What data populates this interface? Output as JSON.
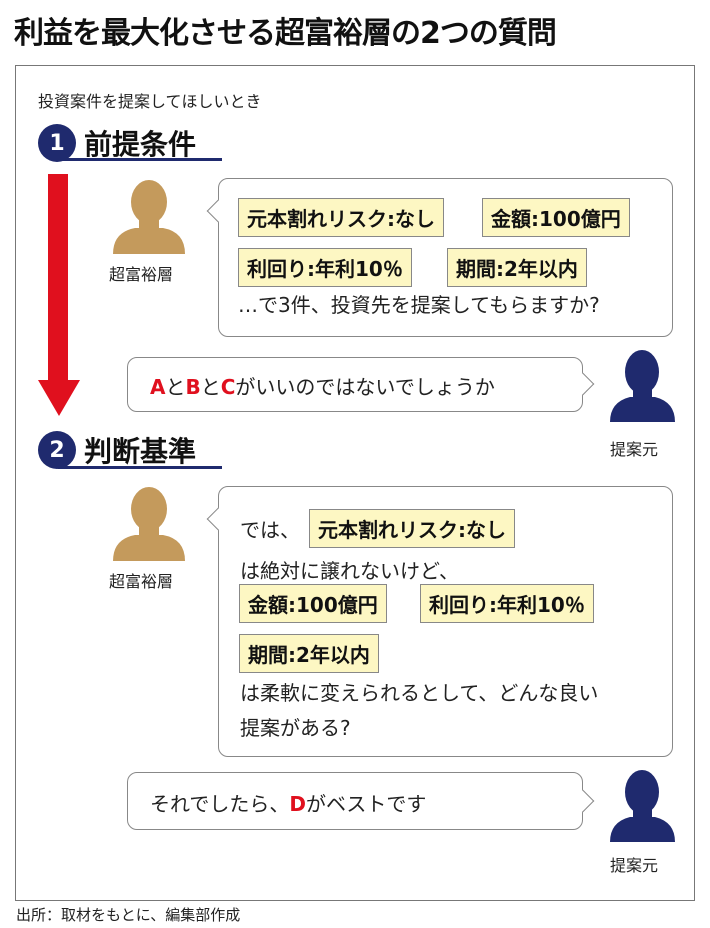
{
  "title": "利益を最大化させる超富裕層の2つの質問",
  "subtitle": "投資案件を提案してほしいとき",
  "sections": [
    {
      "number": "1",
      "label": "前提条件"
    },
    {
      "number": "2",
      "label": "判断基準"
    }
  ],
  "speakers": {
    "wealthy": "超富裕層",
    "proposer": "提案元"
  },
  "conditions": {
    "risk": "元本割れリスク:なし",
    "amount": "金額:100億円",
    "yield": "利回り:年利10％",
    "period": "期間:2年以内"
  },
  "dialog1": {
    "question": "…で3件、投資先を提案してもらますか?",
    "answer_a": "A",
    "answer_and1": "と",
    "answer_b": "B",
    "answer_and2": "と",
    "answer_c": "C",
    "answer_rest": "がいいのではないでしょうか"
  },
  "dialog2": {
    "intro": "では、",
    "line2": "は絶対に譲れないけど、",
    "line5": "は柔軟に変えられるとして、どんな良い",
    "line6": "提案がある?",
    "answer_pre": "それでしたら、",
    "answer_d": "D",
    "answer_rest": "がベストです"
  },
  "footer": "出所：取材をもとに、編集部作成",
  "colors": {
    "navy": "#1f2a6e",
    "red": "#e0101e",
    "gold": "#c49a5c",
    "tag": "#fdf7c3"
  }
}
